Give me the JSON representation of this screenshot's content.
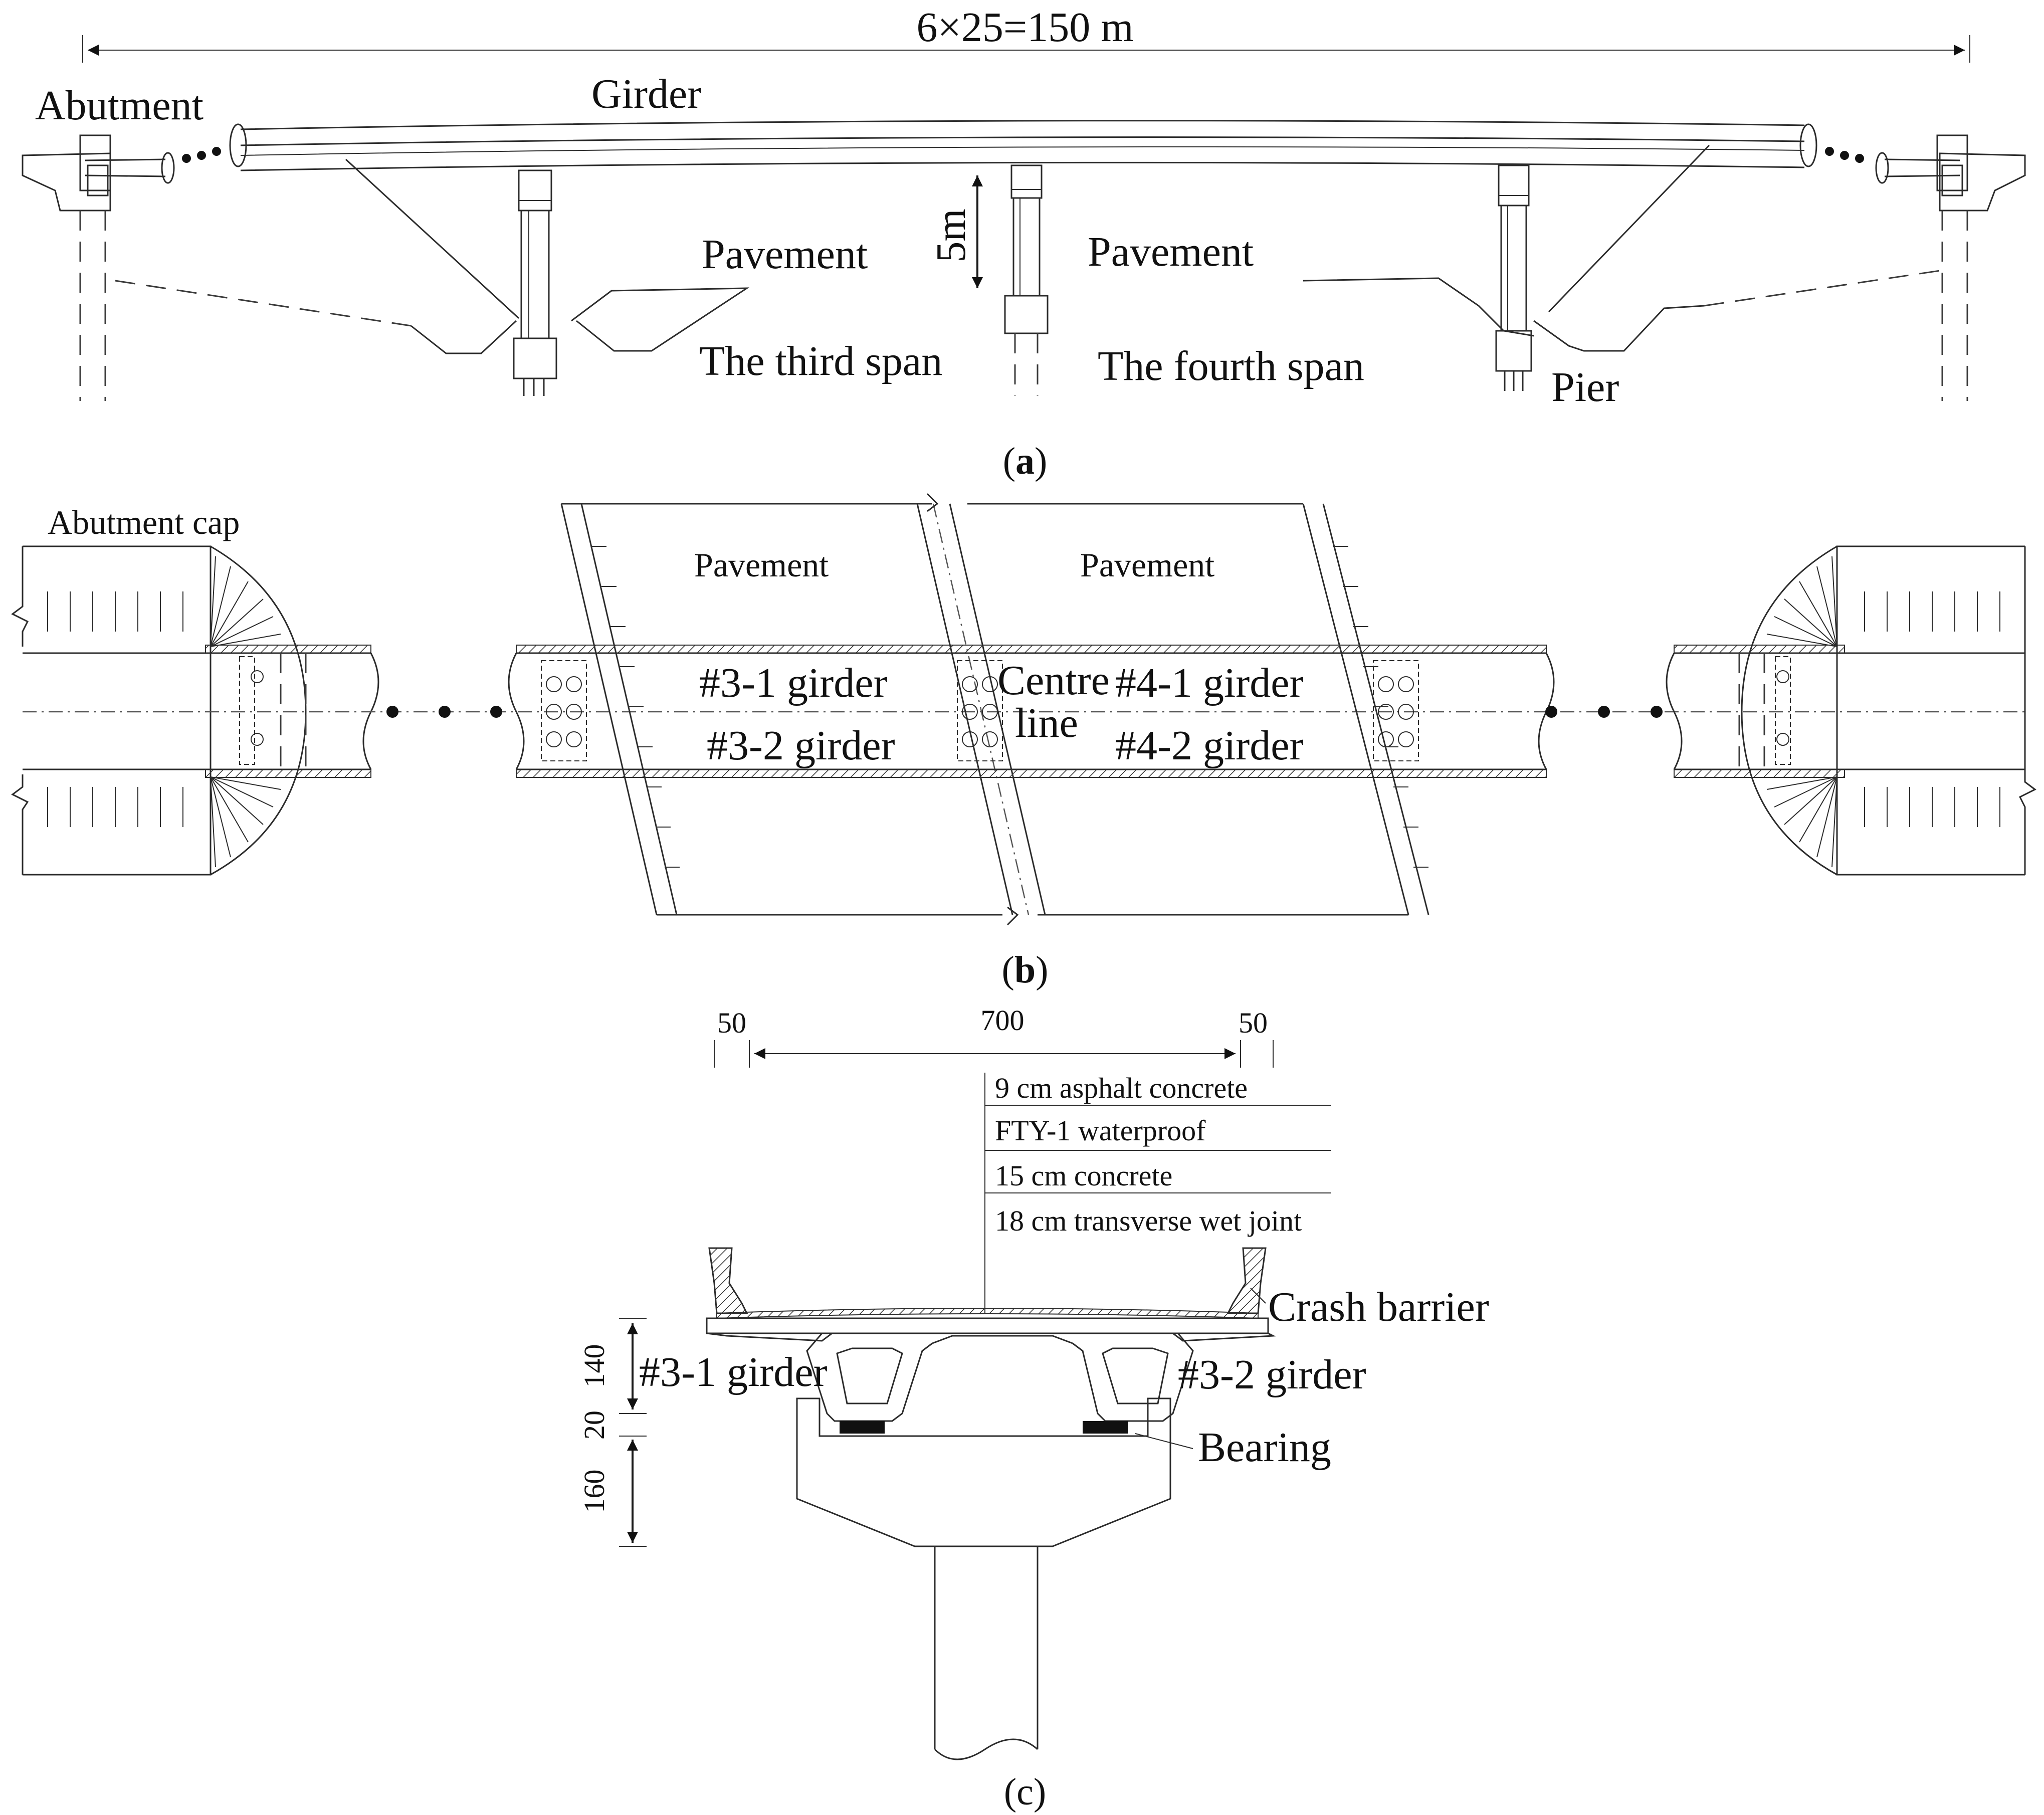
{
  "panel_a": {
    "caption_letter": "a",
    "span_dimension": "6×25=150 m",
    "girder": "Girder",
    "abutment": "Abutment",
    "clearance": "5m",
    "pavement_left": "Pavement",
    "pavement_right": "Pavement",
    "third_span": "The third span",
    "fourth_span": "The fourth span",
    "pier": "Pier"
  },
  "panel_b": {
    "caption_letter": "b",
    "abutment_cap": "Abutment cap",
    "pavement_left": "Pavement",
    "pavement_right": "Pavement",
    "girder_3_1": "#3-1 girder",
    "girder_3_2": "#3-2 girder",
    "girder_4_1": "#4-1 girder",
    "girder_4_2": "#4-2 girder",
    "centre_line_1": "Centre",
    "centre_line_2": "line"
  },
  "panel_c": {
    "caption_letter": "c",
    "dim_left": "50",
    "dim_mid": "700",
    "dim_right": "50",
    "layers": [
      "9 cm asphalt concrete",
      "FTY-1 waterproof",
      "15 cm concrete",
      "18 cm transverse wet joint"
    ],
    "crash_barrier": "Crash barrier",
    "girder_left": "#3-1 girder",
    "girder_right": "#3-2 girder",
    "bearing": "Bearing",
    "height_140": "140",
    "height_20": "20",
    "height_160": "160"
  }
}
